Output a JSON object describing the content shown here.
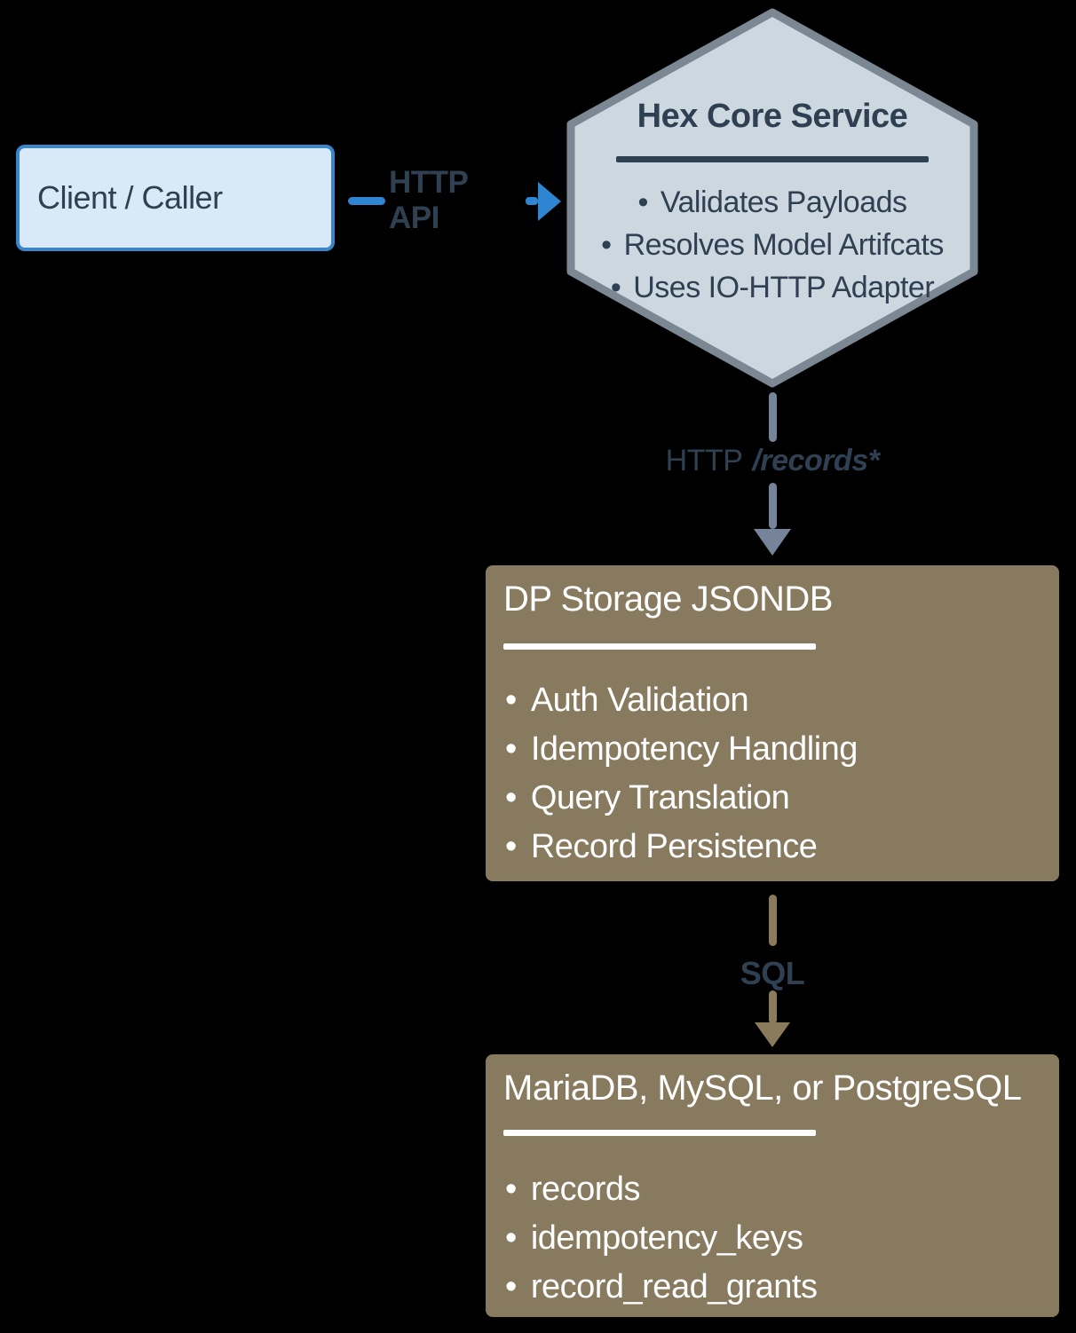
{
  "colors": {
    "background": "#000000",
    "blue_accent": "#2e86d2",
    "client_fill": "#d9e9f8",
    "client_border": "#3a86cc",
    "hex_fill": "#cdd7e0",
    "hex_border": "#7b8894",
    "slate_text": "#2e4052",
    "gray_arrow": "#76849a",
    "brown_fill": "#887a5e",
    "brown_arrow": "#8a7b5c",
    "white_text": "#ffffff"
  },
  "client": {
    "label": "Client / Caller"
  },
  "arrows": {
    "http_api": {
      "label": "HTTP API"
    },
    "records": {
      "prefix": "HTTP",
      "path_italic": "/records*"
    },
    "sql": {
      "label": "SQL"
    }
  },
  "hex_core": {
    "title": "Hex Core Service",
    "bullets": [
      "Validates Payloads",
      "Resolves Model Artifcats",
      "Uses IO-HTTP Adapter"
    ]
  },
  "dp_storage": {
    "title": "DP Storage JSONDB",
    "bullets": [
      "Auth Validation",
      "Idempotency Handling",
      "Query Translation",
      "Record Persistence"
    ]
  },
  "database": {
    "title": "MariaDB, MySQL, or PostgreSQL",
    "bullets": [
      "records",
      "idempotency_keys",
      "record_read_grants"
    ]
  }
}
